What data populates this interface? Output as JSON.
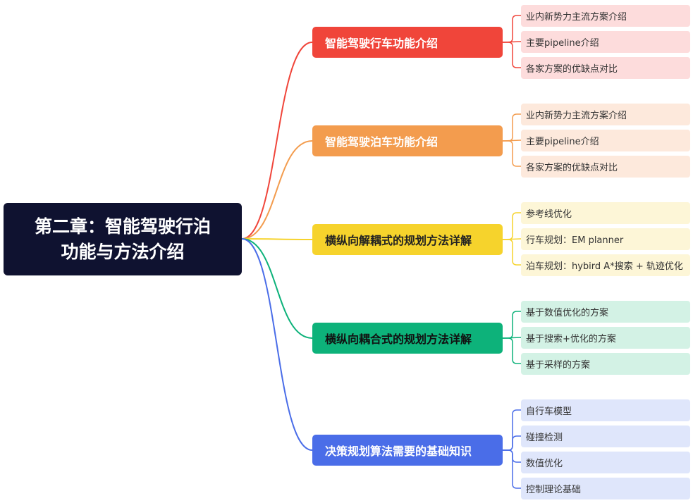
{
  "root": {
    "line1": "第二章：智能驾驶行泊",
    "line2": "功能与方法介绍"
  },
  "colors": {
    "root": "#0f1230",
    "branch0": "#f0453a",
    "branch1": "#f39c4e",
    "branch2": "#f6d32c",
    "branch3": "#0db27a",
    "branch4": "#4a6de8"
  },
  "branches": [
    {
      "label": "智能驾驶行车功能介绍",
      "leaves": [
        "业内新势力主流方案介绍",
        "主要pipeline介绍",
        "各家方案的优缺点对比"
      ]
    },
    {
      "label": "智能驾驶泊车功能介绍",
      "leaves": [
        "业内新势力主流方案介绍",
        "主要pipeline介绍",
        "各家方案的优缺点对比"
      ]
    },
    {
      "label": "横纵向解耦式的规划方法详解",
      "leaves": [
        "参考线优化",
        "行车规划：EM planner",
        "泊车规划：hybird A*搜索 + 轨迹优化"
      ]
    },
    {
      "label": "横纵向耦合式的规划方法详解",
      "leaves": [
        "基于数值优化的方案",
        "基于搜索+优化的方案",
        "基于采样的方案"
      ]
    },
    {
      "label": "决策规划算法需要的基础知识",
      "leaves": [
        "自行车模型",
        "碰撞检测",
        "数值优化",
        "控制理论基础"
      ]
    }
  ]
}
